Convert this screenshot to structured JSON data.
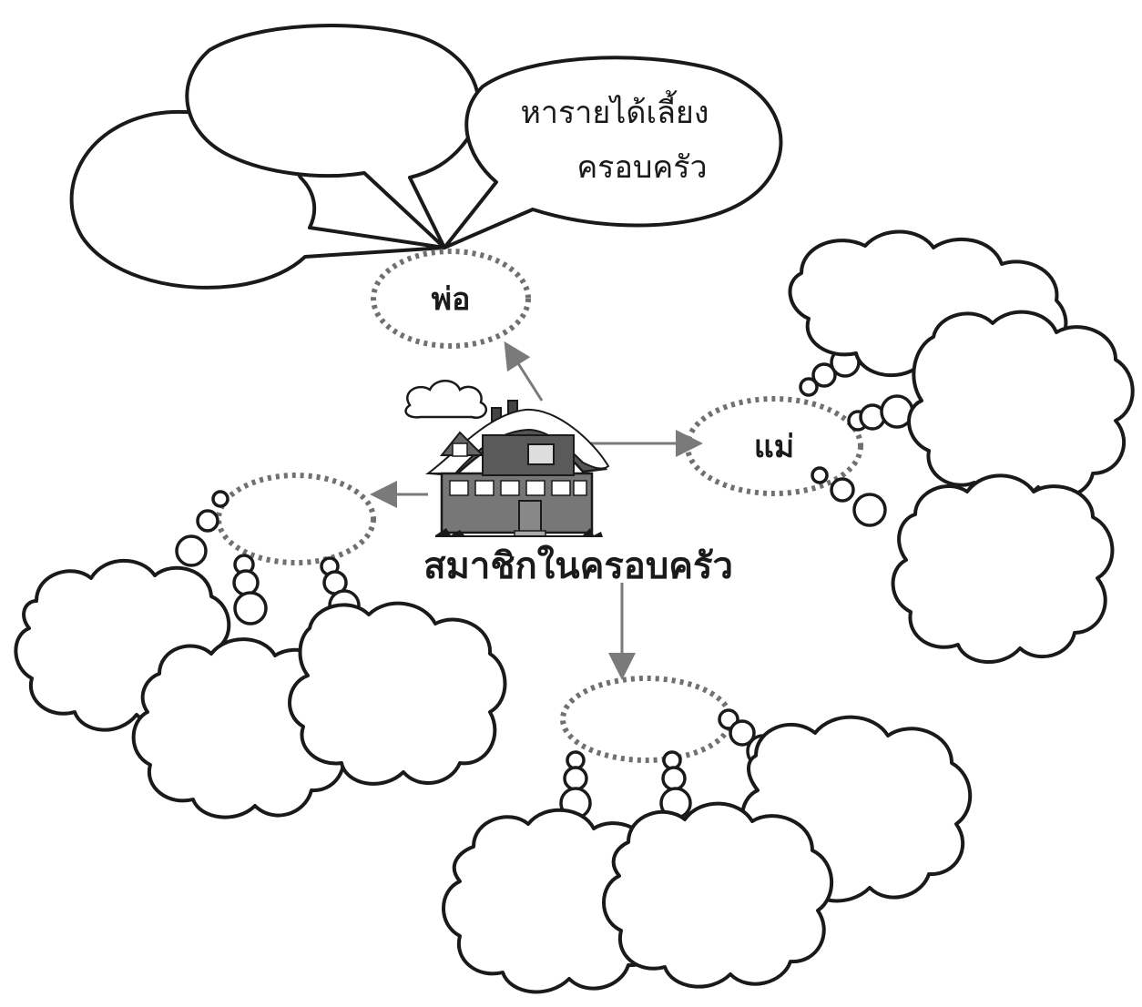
{
  "diagram": {
    "center_label": "สมาชิกในครอบครัว",
    "members": [
      {
        "id": "father",
        "label": "พ่อ"
      },
      {
        "id": "mother",
        "label": "แม่"
      },
      {
        "id": "left",
        "label": ""
      },
      {
        "id": "bottom",
        "label": ""
      }
    ],
    "speech_bubbles": [
      {
        "id": "left",
        "lines": [
          "",
          ""
        ]
      },
      {
        "id": "middle",
        "lines": [
          "",
          ""
        ]
      },
      {
        "id": "right",
        "lines": [
          "หารายได้เลี้ยง",
          "ครอบครัว"
        ]
      }
    ]
  },
  "colors": {
    "ink": "#1a1a1a",
    "arrow": "#7a7a7a",
    "dashed_oval": "#707070",
    "house_roof": "#555555",
    "house_snow": "#ffffff"
  }
}
